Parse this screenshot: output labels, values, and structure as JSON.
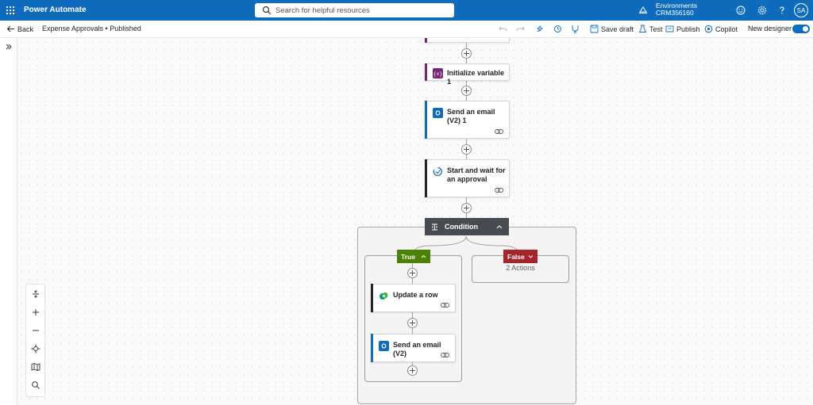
{
  "app": {
    "title": "Power Automate"
  },
  "search": {
    "placeholder": "Search for helpful resources"
  },
  "environment": {
    "label": "Environments",
    "name": "CRM356160"
  },
  "user": {
    "initials": "SA"
  },
  "commandbar": {
    "back": "Back",
    "breadcrumb": "Expense Approvals • Published",
    "save_draft": "Save draft",
    "test": "Test",
    "publish": "Publish",
    "copilot": "Copilot",
    "new_designer": "New designer"
  },
  "flow": {
    "steps": [
      {
        "title": "Initialize variable 1",
        "color": "#742774"
      },
      {
        "title": "Send an email (V2) 1",
        "color": "#0f6cbd"
      },
      {
        "title": "Start and wait for an approval",
        "color": "#242424"
      }
    ],
    "condition": {
      "title": "Condition",
      "true_label": "True",
      "false_label": "False",
      "false_summary": "2 Actions",
      "true_steps": [
        {
          "title": "Update a row",
          "color": "#242424"
        },
        {
          "title": "Send an email (V2)",
          "color": "#0f6cbd"
        }
      ]
    }
  },
  "colors": {
    "brand": "#0f6cbd",
    "true": "#498205",
    "false": "#a4262c",
    "condition": "#474b52"
  }
}
